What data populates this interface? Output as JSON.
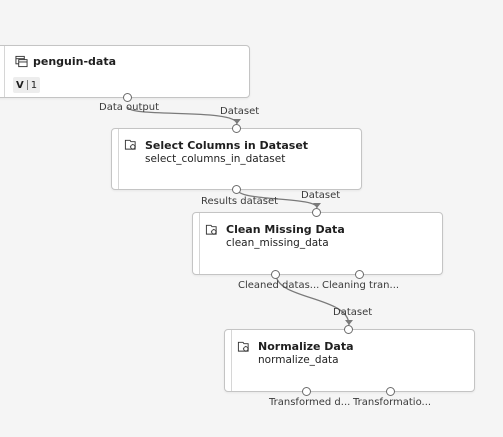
{
  "nodes": {
    "penguin_data": {
      "title": "penguin-data",
      "version_letter": "V",
      "version_number": "1",
      "output_label": "Data output"
    },
    "select_columns": {
      "title": "Select Columns in Dataset",
      "subtitle": "select_columns_in_dataset",
      "input_label": "Dataset",
      "output_label": "Results dataset"
    },
    "clean_missing": {
      "title": "Clean Missing Data",
      "subtitle": "clean_missing_data",
      "input_label": "Dataset",
      "output_1_label": "Cleaned datas...",
      "output_2_label": "Cleaning tran..."
    },
    "normalize": {
      "title": "Normalize Data",
      "subtitle": "normalize_data",
      "input_label": "Dataset",
      "output_1_label": "Transformed d...",
      "output_2_label": "Transformatio..."
    }
  },
  "icons": {
    "dataset_icon": "dataset-icon",
    "module_icon": "module-icon"
  },
  "colors": {
    "canvas": "#f5f5f5",
    "node_bg": "#ffffff",
    "node_border": "#c4c4c4",
    "edge": "#7a7a7a"
  }
}
